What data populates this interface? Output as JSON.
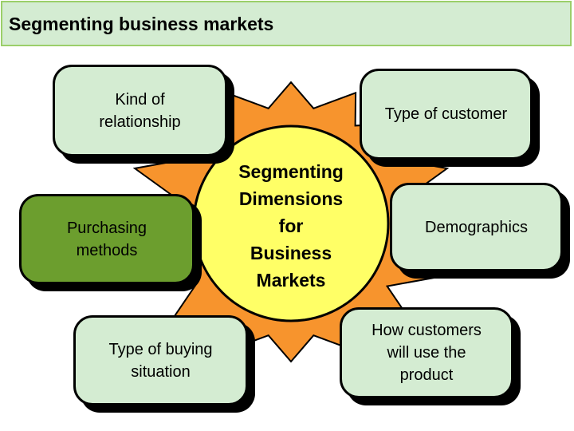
{
  "slide": {
    "title": "Segmenting business markets"
  },
  "center": {
    "lines": [
      "Segmenting",
      "Dimensions",
      "for",
      "Business",
      "Markets"
    ]
  },
  "dimensions": {
    "kind_of_relationship": {
      "lines": [
        "Kind of",
        "relationship"
      ]
    },
    "type_of_customer": {
      "lines": [
        "Type of customer"
      ]
    },
    "purchasing_methods": {
      "lines": [
        "Purchasing",
        "methods"
      ]
    },
    "demographics": {
      "lines": [
        "Demographics"
      ]
    },
    "type_of_buying_situation": {
      "lines": [
        "Type of buying",
        "situation"
      ]
    },
    "how_customers_use": {
      "lines": [
        "How customers",
        "will use the",
        "product"
      ]
    }
  },
  "colors": {
    "title_bg": "#d4ecd2",
    "title_border": "#9bcf6a",
    "node_bg": "#d4ecd2",
    "node_highlight": "#6c9e2e",
    "burst_fill": "#f7942d",
    "center_fill": "#ffff66"
  }
}
